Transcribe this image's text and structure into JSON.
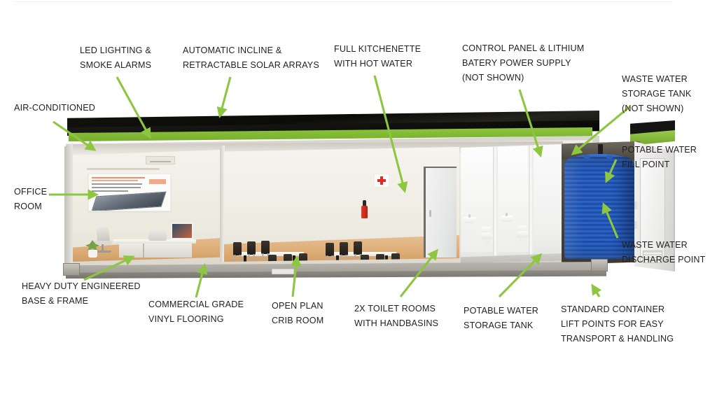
{
  "diagram": {
    "subject": "Modular container site office and amenities unit",
    "accent_color": "#8DC63F",
    "callouts": [
      {
        "id": "air-conditioned",
        "text": "AIR-CONDITIONED"
      },
      {
        "id": "led-lighting",
        "text": "LED LIGHTING &\nSMOKE ALARMS"
      },
      {
        "id": "solar-arrays",
        "text": "AUTOMATIC INCLINE &\nRETRACTABLE SOLAR ARRAYS"
      },
      {
        "id": "kitchenette",
        "text": "FULL KITCHENETTE\nWITH HOT WATER"
      },
      {
        "id": "control-panel",
        "text": "CONTROL PANEL & LITHIUM\nBATERY POWER SUPPLY\n(NOT SHOWN)"
      },
      {
        "id": "waste-water-tank",
        "text": "WASTE WATER\nSTORAGE TANK\n(NOT SHOWN)"
      },
      {
        "id": "potable-fill-point",
        "text": "POTABLE WATER\nFILL POINT"
      },
      {
        "id": "waste-discharge-point",
        "text": "WASTE WATER\nDISCHARGE POINT"
      },
      {
        "id": "office-room",
        "text": "OFFICE\nROOM"
      },
      {
        "id": "base-frame",
        "text": "HEAVY DUTY ENGINEERED\nBASE & FRAME"
      },
      {
        "id": "vinyl-flooring",
        "text": "COMMERCIAL GRADE\nVINYL FLOORING"
      },
      {
        "id": "crib-room",
        "text": "OPEN PLAN\nCRIB ROOM"
      },
      {
        "id": "toilet-rooms",
        "text": "2x TOILET ROOMS\nWITH HANDBASINS"
      },
      {
        "id": "potable-storage-tank",
        "text": "POTABLE WATER\nSTORAGE TANK"
      },
      {
        "id": "lift-points",
        "text": "STANDARD CONTAINER\nLIFT POINTS FOR EASY\nTRANSPORT & HANDLING"
      }
    ],
    "unit_features": {
      "roof_label": "solar-array-roof",
      "trim_color": "#8FC63D",
      "tank_color": "#1E4FA8",
      "first_aid_icon": "first-aid-cross-icon",
      "extinguisher_icon": "fire-extinguisher-icon"
    }
  }
}
